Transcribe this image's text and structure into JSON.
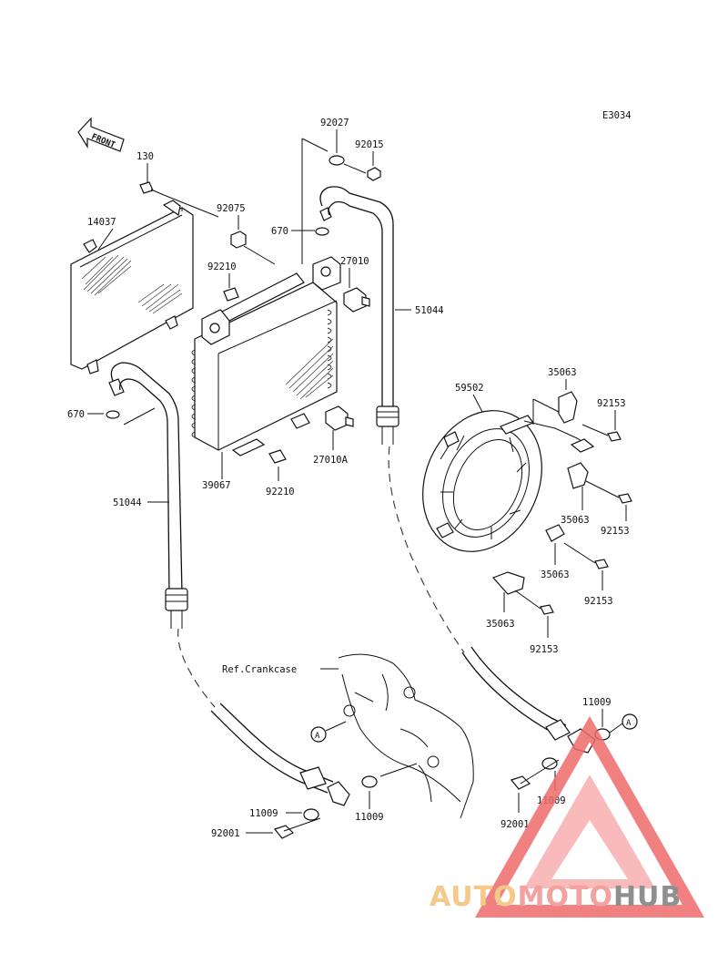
{
  "diagram_code": "E3034",
  "front_label": "FRONT",
  "callouts": {
    "p130": "130",
    "p14037": "14037",
    "p92075": "92075",
    "p92027": "92027",
    "p92015": "92015",
    "p670_top": "670",
    "p27010": "27010",
    "p92210_top": "92210",
    "p51044_right": "51044",
    "p670_left": "670",
    "p39067": "39067",
    "p27010a": "27010A",
    "p92210_bottom": "92210",
    "p51044_left": "51044",
    "p59502": "59502",
    "p35063_a": "35063",
    "p92153_a": "92153",
    "p35063_b": "35063",
    "p92153_b": "92153",
    "p35063_c": "35063",
    "p92153_c": "92153",
    "p35063_d": "35063",
    "p92153_d": "92153",
    "ref_crankcase": "Ref.Crankcase",
    "marker_a": "A",
    "p11009_tr": "11009",
    "p11009_br": "11009",
    "p92001_r": "92001",
    "p11009_l1": "11009",
    "p11009_l2": "11009",
    "p92001_l": "92001"
  },
  "watermark": {
    "part1": "AUTO",
    "part2": "MOTO",
    "part3": "HUB",
    "colors": {
      "auto": "#f4c98a",
      "moto": "#f2a3a0",
      "hub": "#8f8f8f",
      "triangle": "#ef6b6b"
    }
  }
}
